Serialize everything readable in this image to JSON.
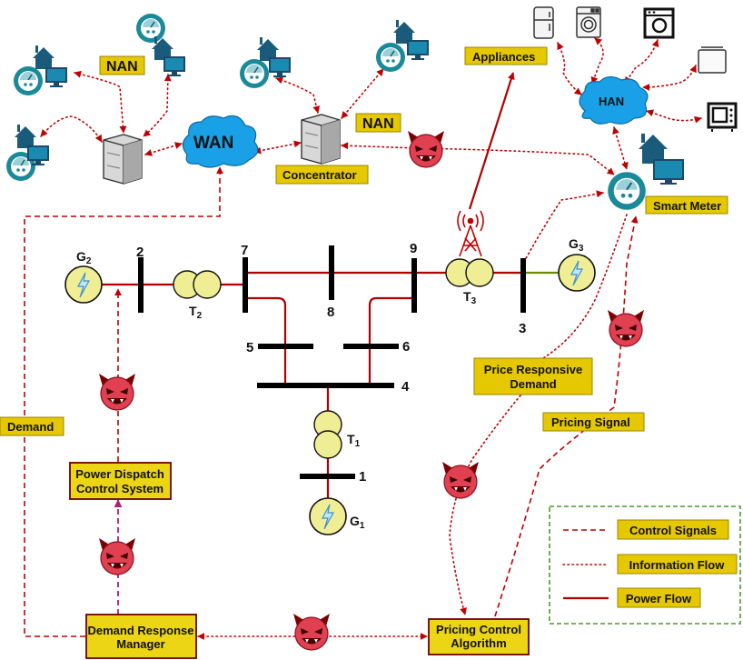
{
  "labels": {
    "nan_left": "NAN",
    "nan_right": "NAN",
    "wan": "WAN",
    "concentrator": "Concentrator",
    "appliances": "Appliances",
    "han": "HAN",
    "smart_meter": "Smart Meter",
    "demand": "Demand",
    "price_responsive": "Price Responsive",
    "price_responsive_2": "Demand",
    "pricing_signal": "Pricing Signal",
    "power_dispatch_1": "Power Dispatch",
    "power_dispatch_2": "Control System",
    "demand_response_1": "Demand Response",
    "demand_response_2": "Manager",
    "pricing_control_1": "Pricing Control",
    "pricing_control_2": "Algorithm"
  },
  "buses": {
    "b1": "1",
    "b2": "2",
    "b3": "3",
    "b4": "4",
    "b5": "5",
    "b6": "6",
    "b7": "7",
    "b8": "8",
    "b9": "9"
  },
  "generators": {
    "g1": {
      "main": "G",
      "sub": "1"
    },
    "g2": {
      "main": "G",
      "sub": "2"
    },
    "g3": {
      "main": "G",
      "sub": "3"
    }
  },
  "transformers": {
    "t1": {
      "main": "T",
      "sub": "1"
    },
    "t2": {
      "main": "T",
      "sub": "2"
    },
    "t3": {
      "main": "T",
      "sub": "3"
    }
  },
  "legend": {
    "control": "Control Signals",
    "info": "Information Flow",
    "power": "Power Flow"
  },
  "colors": {
    "signal_red": "#c00000",
    "label_yellow": "#e6c800",
    "legend_border": "#4a9a2a",
    "meter_teal": "#1a8a9a",
    "cloud_blue": "#1aa0e6"
  },
  "icons": [
    "house-icon",
    "computer-icon",
    "smart-meter-icon",
    "server-icon",
    "cloud-icon",
    "devil-icon",
    "refrigerator-icon",
    "washing-machine-icon",
    "oven-icon",
    "tv-icon",
    "microwave-icon",
    "antenna-tower-icon",
    "generator-icon",
    "transformer-icon"
  ]
}
